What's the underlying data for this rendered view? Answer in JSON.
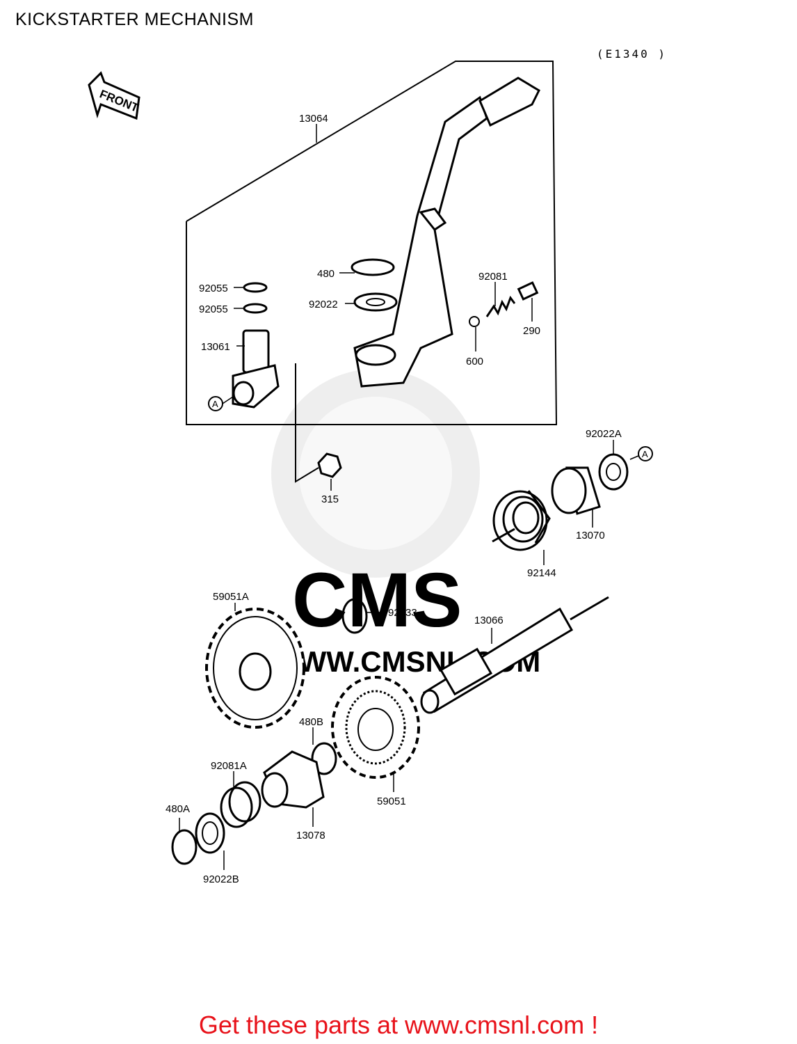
{
  "page": {
    "title": "KICKSTARTER MECHANISM",
    "diagram_code": "(E1340 )",
    "footer": "Get these parts at www.cmsnl.com !",
    "watermark_logo": "CMS",
    "watermark_url": "WWW.CMSNL.COM"
  },
  "front_label": "FRONT",
  "ref_marker": "A",
  "parts": [
    {
      "id": "p13064",
      "number": "13064"
    },
    {
      "id": "p480",
      "number": "480"
    },
    {
      "id": "p92022",
      "number": "92022"
    },
    {
      "id": "p92081",
      "number": "92081"
    },
    {
      "id": "p290",
      "number": "290"
    },
    {
      "id": "p600",
      "number": "600"
    },
    {
      "id": "p92055a",
      "number": "92055"
    },
    {
      "id": "p92055b",
      "number": "92055"
    },
    {
      "id": "p13061",
      "number": "13061"
    },
    {
      "id": "p315",
      "number": "315"
    },
    {
      "id": "p92022A",
      "number": "92022A"
    },
    {
      "id": "p13070",
      "number": "13070"
    },
    {
      "id": "p92144",
      "number": "92144"
    },
    {
      "id": "p59051A",
      "number": "59051A"
    },
    {
      "id": "p92033",
      "number": "92033"
    },
    {
      "id": "p13066",
      "number": "13066"
    },
    {
      "id": "p480B",
      "number": "480B"
    },
    {
      "id": "p92081A",
      "number": "92081A"
    },
    {
      "id": "p59051",
      "number": "59051"
    },
    {
      "id": "p480A",
      "number": "480A"
    },
    {
      "id": "p13078",
      "number": "13078"
    },
    {
      "id": "p92022B",
      "number": "92022B"
    }
  ]
}
